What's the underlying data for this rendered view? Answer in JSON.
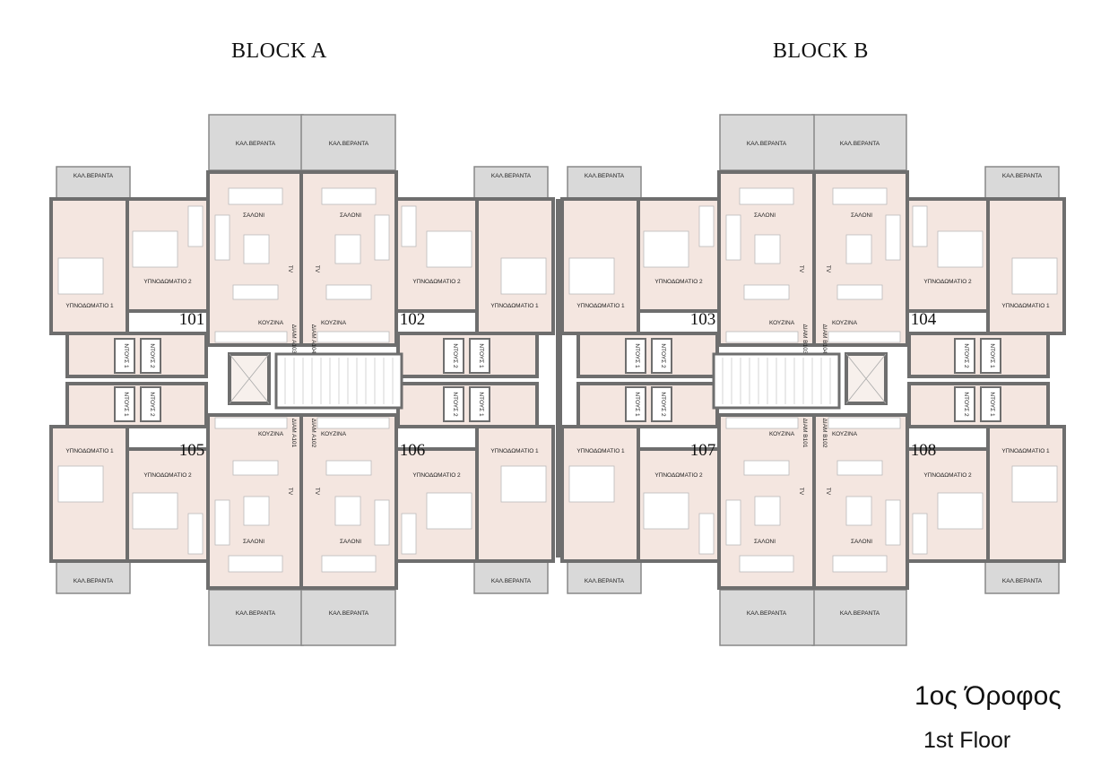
{
  "titles": {
    "block_a": "BLOCK A",
    "block_b": "BLOCK B"
  },
  "floor": {
    "greek": "1ος Όροφος",
    "english": "1st Floor"
  },
  "units": [
    "101",
    "102",
    "103",
    "104",
    "105",
    "106",
    "107",
    "108"
  ],
  "labels": {
    "veranda": "ΚΑΛ.ΒΕΡΑΝΤΑ",
    "living": "ΣΑΛΟΝΙ",
    "kitchen": "ΚΟΥΖΙΝΑ",
    "bed1": "ΥΠΝΟΔΩΜΑΤΙΟ 1",
    "bed2": "ΥΠΝΟΔΩΜΑΤΙΟ 2",
    "shower1": "ΝΤΟΥΣ 1",
    "shower2": "ΝΤΟΥΣ 2",
    "tv": "TV"
  },
  "shafts": [
    "ΔΙΑΜ Α103",
    "ΔΙΑΜ Α104",
    "ΔΙΑΜ Α101",
    "ΔΙΑΜ Α102",
    "ΔΙΑΜ Β103",
    "ΔΙΑΜ Β104",
    "ΔΙΑΜ Β101",
    "ΔΙΑΜ Β102"
  ],
  "colors": {
    "wall": "#6e6e6e",
    "floor": "#f4e6e0",
    "veranda": "#d9d9d9"
  }
}
